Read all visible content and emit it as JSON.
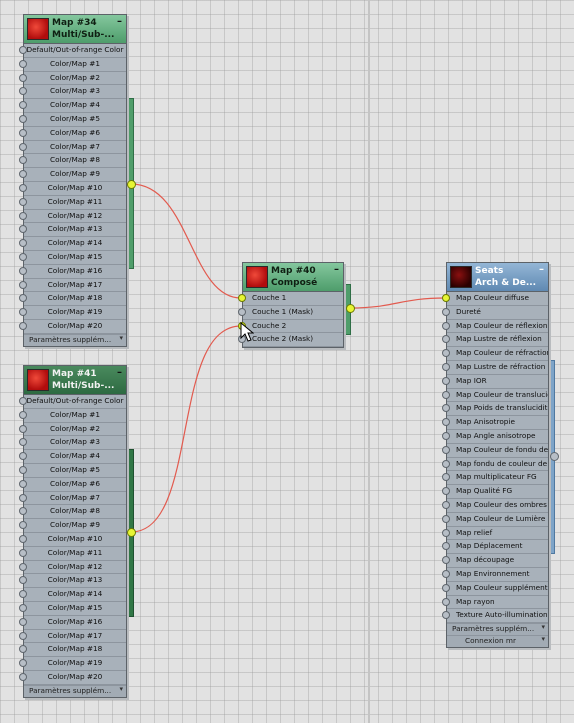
{
  "nodes": {
    "map34": {
      "title": "Map #34",
      "subtitle": "Multi/Sub-...",
      "rows": [
        "Default/Out-of-range Color",
        "Color/Map #1",
        "Color/Map #2",
        "Color/Map #3",
        "Color/Map #4",
        "Color/Map #5",
        "Color/Map #6",
        "Color/Map #7",
        "Color/Map #8",
        "Color/Map #9",
        "Color/Map #10",
        "Color/Map #11",
        "Color/Map #12",
        "Color/Map #13",
        "Color/Map #14",
        "Color/Map #15",
        "Color/Map #16",
        "Color/Map #17",
        "Color/Map #18",
        "Color/Map #19",
        "Color/Map #20"
      ],
      "footer": "Paramètres supplém..."
    },
    "map41": {
      "title": "Map #41",
      "subtitle": "Multi/Sub-...",
      "rows": [
        "Default/Out-of-range Color",
        "Color/Map #1",
        "Color/Map #2",
        "Color/Map #3",
        "Color/Map #4",
        "Color/Map #5",
        "Color/Map #6",
        "Color/Map #7",
        "Color/Map #8",
        "Color/Map #9",
        "Color/Map #10",
        "Color/Map #11",
        "Color/Map #12",
        "Color/Map #13",
        "Color/Map #14",
        "Color/Map #15",
        "Color/Map #16",
        "Color/Map #17",
        "Color/Map #18",
        "Color/Map #19",
        "Color/Map #20"
      ],
      "footer": "Paramètres supplém..."
    },
    "map40": {
      "title": "Map #40",
      "subtitle": "Composé",
      "rows": [
        "Couche 1",
        "Couche 1 (Mask)",
        "Couche 2",
        "Couche 2 (Mask)"
      ]
    },
    "seats": {
      "title": "Seats",
      "subtitle": "Arch & De...",
      "rows": [
        "Map Couleur diffuse",
        "Dureté",
        "Map Couleur de réflexion",
        "Map Lustre de réflexion",
        "Map Couleur de réfraction",
        "Map Lustre de réfraction",
        "Map IOR",
        "Map Couleur de translucidit...",
        "Map Poids de translucidité",
        "Map Anisotropie",
        "Map Angle anisotrope",
        "Map Couleur de fondu de ré...",
        "Map fondu de couleur de réf...",
        "Map multiplicateur FG",
        "Map Qualité FG",
        "Map Couleur des ombres int...",
        "Map Couleur de Lumière int...",
        "Map relief",
        "Map Déplacement",
        "Map découpage",
        "Map Environnement",
        "Map Couleur supplémentaire...",
        "Map rayon",
        "Texture Auto-illumination"
      ],
      "footer": "Paramètres supplém...",
      "footer2": "Connexion mr"
    }
  },
  "symbols": {
    "minimize": "–",
    "arrow": "▾"
  },
  "colors": {
    "wire": "#e25a4e",
    "active_port": "#e6f534",
    "header_green": "#6fb68a",
    "header_dark_green": "#2f6e46",
    "header_blue": "#6f97bf"
  }
}
